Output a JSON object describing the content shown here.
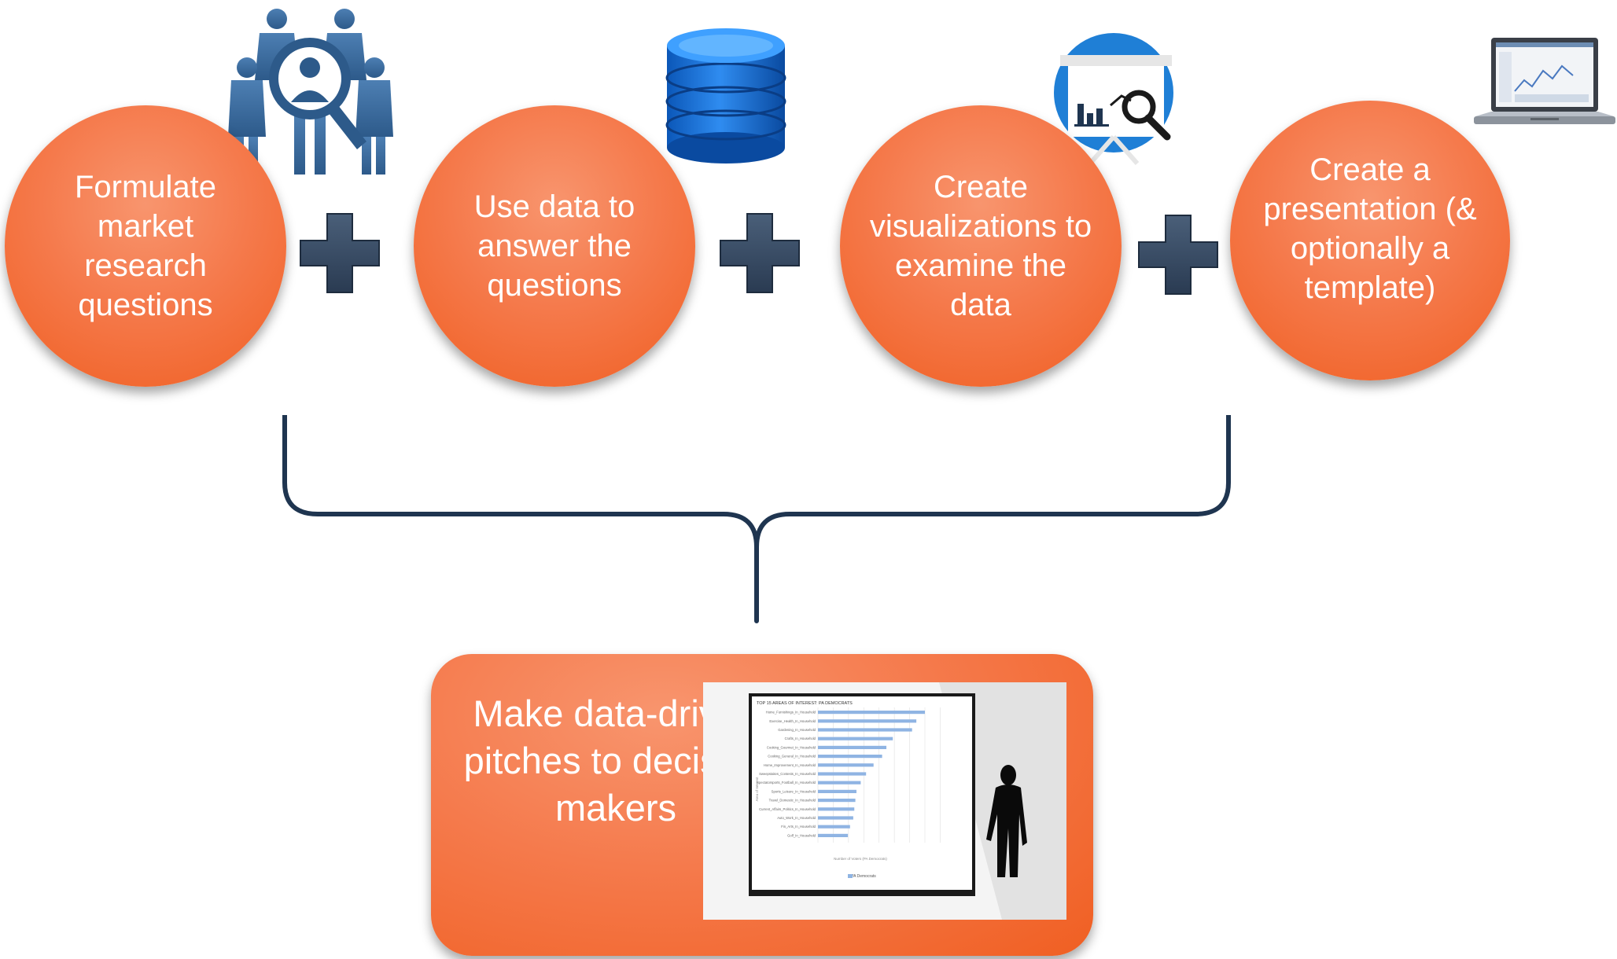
{
  "steps": [
    {
      "label": "Formulate market research questions",
      "icon": "people-search-icon"
    },
    {
      "label": "Use data to answer the questions",
      "icon": "database-icon"
    },
    {
      "label": "Create visualizations to examine the data",
      "icon": "chart-magnifier-icon"
    },
    {
      "label": "Create a presentation (& optionally a template)",
      "icon": "laptop-icon"
    }
  ],
  "connector_icon": "plus-icon",
  "result": {
    "label": "Make data-driven pitches to decision makers",
    "illustration": "presentation-screen-silhouette",
    "screen_chart": {
      "title": "TOP 15 AREAS OF INTEREST: PA DEMOCRATS",
      "xlabel": "Number of Voters (PA Democrats)",
      "ylabel": "Area of Interest",
      "legend": "PA Democrats",
      "categories": [
        "Home_Furnishings_In_Household",
        "Exercise_Health_In_Household",
        "Gardening_In_Household",
        "Crafts_In_Household",
        "Cooking_Gourmet_In_Household",
        "Cooking_General_In_Household",
        "Home_Improvement_In_Household",
        "Sweepstakes_Contests_In_Household",
        "Spectatorsports_Football_In_Household",
        "Sports_Leisure_In_Household",
        "Travel_Domestic_In_Household",
        "Current_Affairs_Politics_In_Household",
        "Auto_Work_In_Household",
        "Fin_Arts_In_Household",
        "Golf_In_Household"
      ],
      "values": [
        100,
        92,
        88,
        70,
        64,
        60,
        52,
        45,
        40,
        36,
        35,
        34,
        33,
        30,
        28
      ]
    }
  }
}
